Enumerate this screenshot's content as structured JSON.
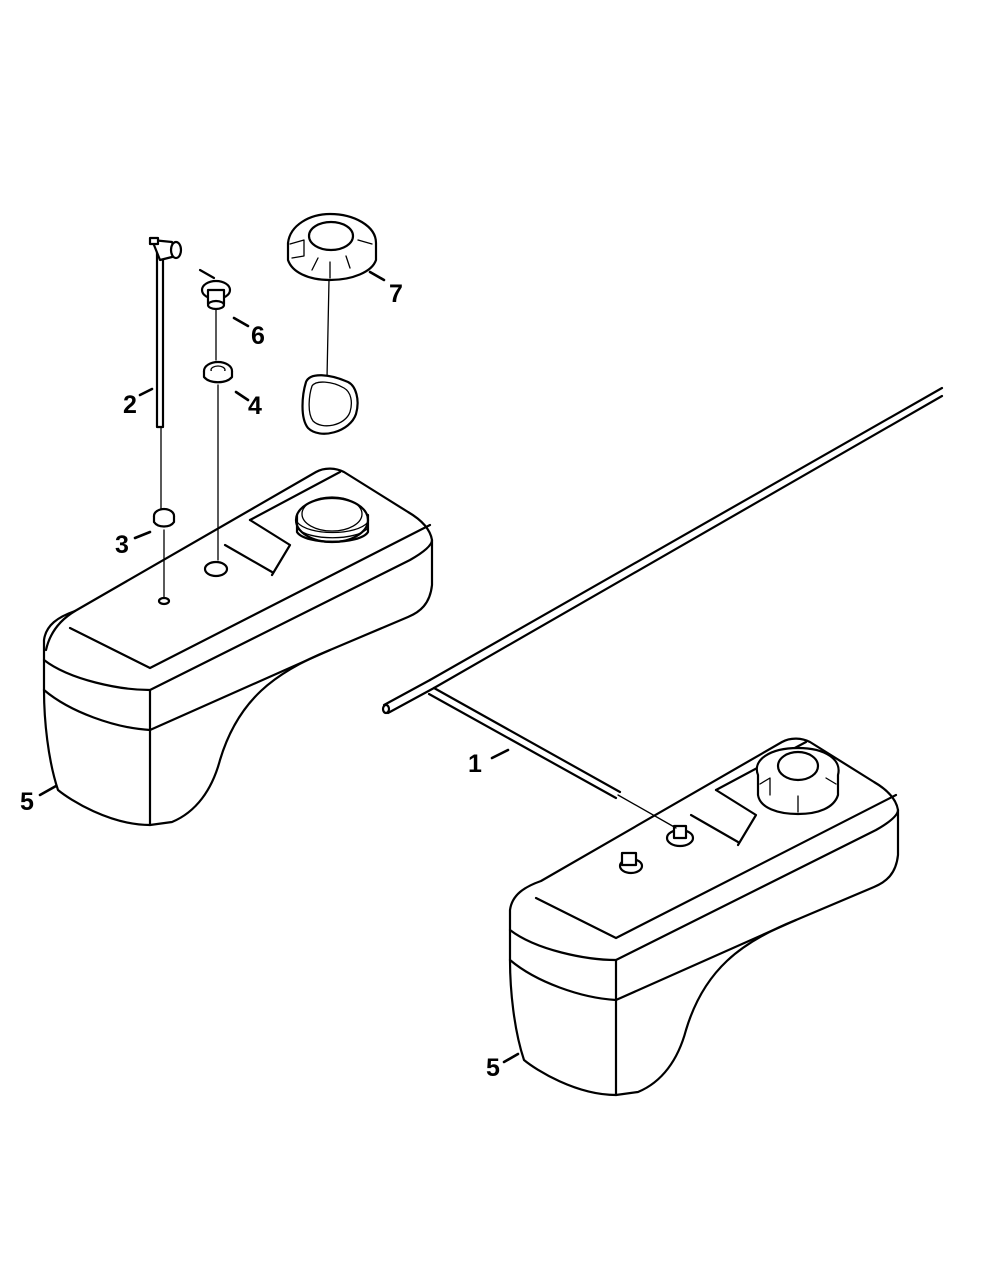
{
  "diagram": {
    "callouts": [
      {
        "id": "c1",
        "label": "1"
      },
      {
        "id": "c2",
        "label": "2"
      },
      {
        "id": "c3",
        "label": "3"
      },
      {
        "id": "c4",
        "label": "4"
      },
      {
        "id": "c5a",
        "label": "5"
      },
      {
        "id": "c5b",
        "label": "5"
      },
      {
        "id": "c6",
        "label": "6"
      },
      {
        "id": "c7",
        "label": "7"
      }
    ]
  }
}
